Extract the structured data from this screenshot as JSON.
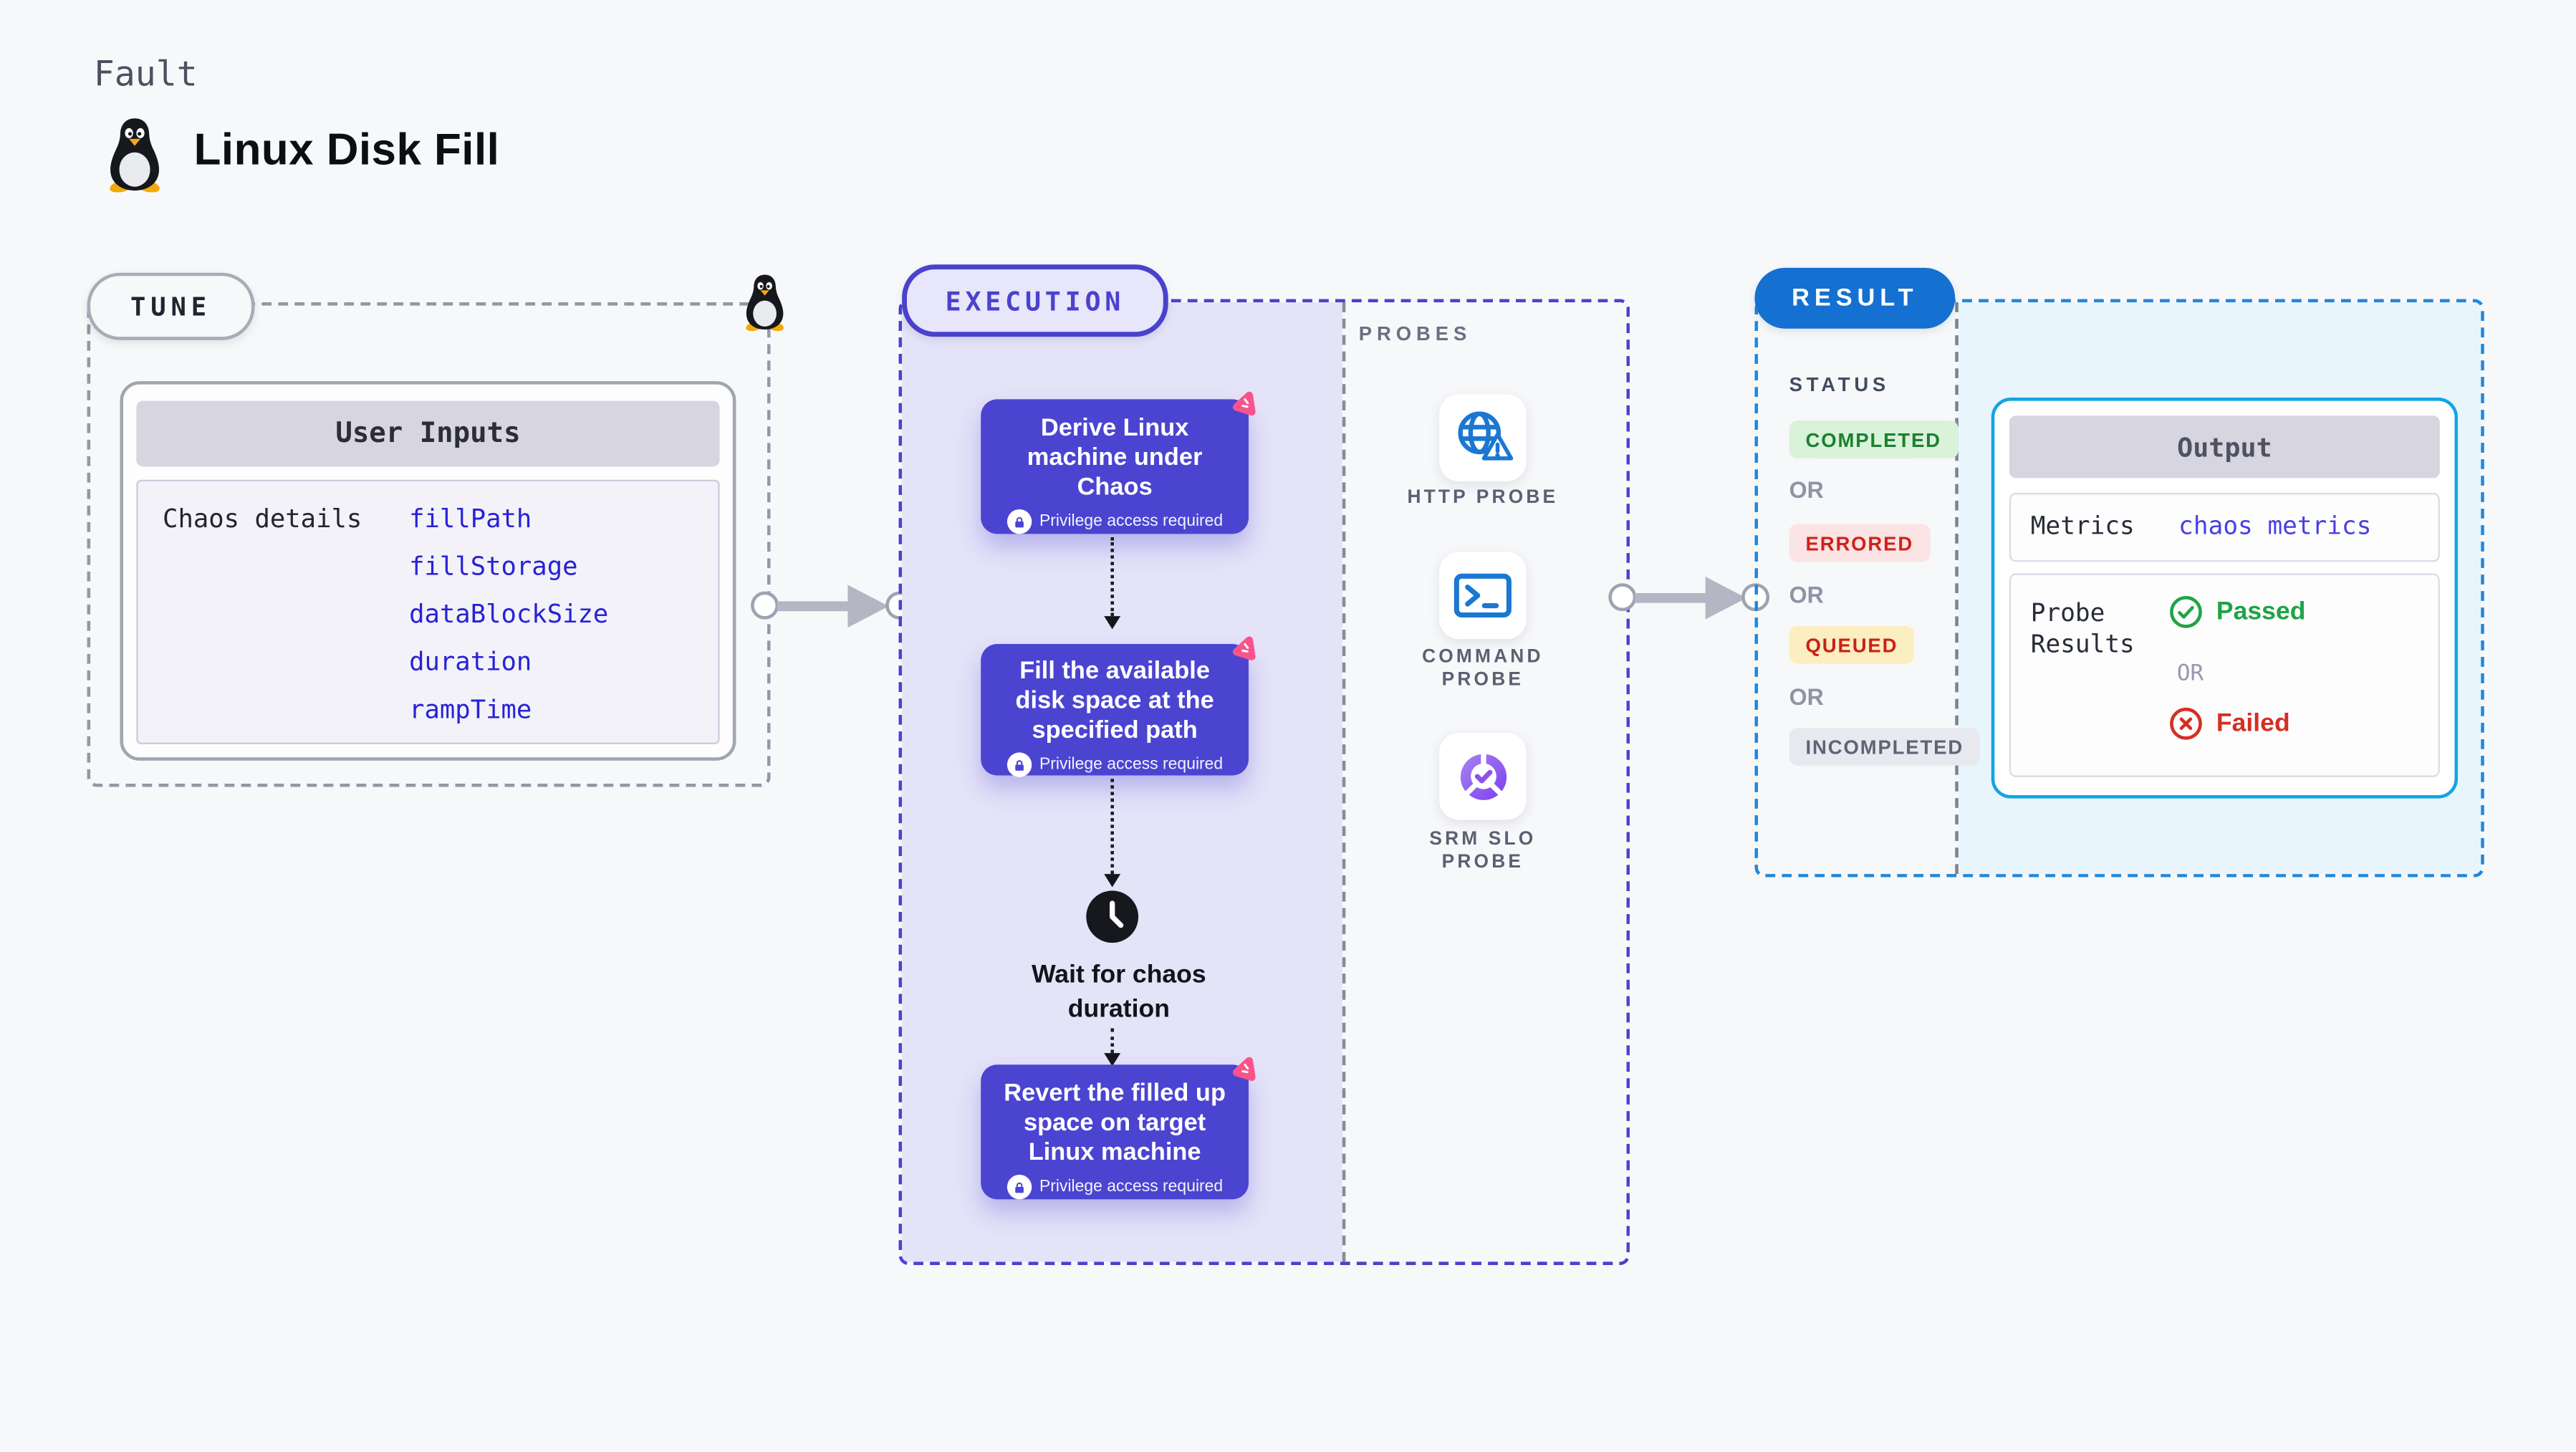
{
  "header": {
    "kicker": "Fault",
    "title": "Linux Disk Fill"
  },
  "tune": {
    "badge": "TUNE",
    "table": {
      "title": "User Inputs",
      "row_label": "Chaos details",
      "params": [
        "fillPath",
        "fillStorage",
        "dataBlockSize",
        "duration",
        "rampTime"
      ]
    }
  },
  "execution": {
    "badge": "EXECUTION",
    "steps": [
      {
        "lines": [
          "Derive Linux",
          "machine under",
          "Chaos"
        ],
        "privilege": "Privilege access required"
      },
      {
        "lines": [
          "Fill the available",
          "disk space at the",
          "specified path"
        ],
        "privilege": "Privilege access required"
      },
      {
        "lines": [
          "Revert the filled up",
          "space on target",
          "Linux machine"
        ],
        "privilege": "Privilege access required"
      }
    ],
    "wait": {
      "line1": "Wait for chaos",
      "line2": "duration"
    }
  },
  "probes": {
    "label": "PROBES",
    "items": [
      {
        "line1": "HTTP PROBE",
        "line2": ""
      },
      {
        "line1": "COMMAND",
        "line2": "PROBE"
      },
      {
        "line1": "SRM SLO",
        "line2": "PROBE"
      }
    ]
  },
  "result": {
    "badge": "RESULT",
    "status_label": "STATUS",
    "or": "OR",
    "statuses": [
      {
        "label": "COMPLETED",
        "fg": "#1d8030",
        "bg": "#d9f2da"
      },
      {
        "label": "ERRORED",
        "fg": "#ce221b",
        "bg": "#fbe4e3"
      },
      {
        "label": "QUEUED",
        "fg": "#cb2015",
        "bg": "#fbeec0"
      },
      {
        "label": "INCOMPLETED",
        "fg": "#5e6476",
        "bg": "#e8e8ef"
      }
    ],
    "output": {
      "title": "Output",
      "metrics_label": "Metrics",
      "metrics_value": "chaos metrics",
      "probe_label_line1": "Probe",
      "probe_label_line2": "Results",
      "passed": "Passed",
      "or": "OR",
      "failed": "Failed"
    }
  },
  "colors": {
    "accent_indigo": "#4a42cd",
    "card_purple": "#4b44d1",
    "chaos_pink": "#f8548c",
    "result_blue": "#1470d1",
    "result_border": "#1f87dd",
    "output_border": "#14a4e3",
    "param_link": "#2822d6",
    "metrics_link": "#4a3fe2",
    "passed_green": "#1ea447",
    "failed_red": "#d52f23",
    "arrow_gray": "#b5b6c4",
    "lavender_bg": "#e5e3f8",
    "cyan_bg": "#e8f5fd"
  }
}
